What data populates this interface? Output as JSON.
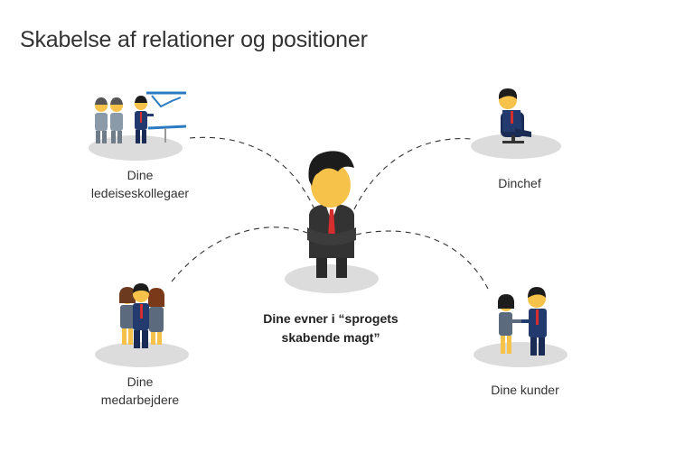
{
  "title": "Skabelse af relationer og positioner",
  "center": {
    "label_line1": "Dine evner i “sprogets",
    "label_line2": "skabende magt”"
  },
  "nodes": {
    "colleagues": {
      "line1": "Dine",
      "line2": "ledeiseskollegaer"
    },
    "boss": {
      "line1": "Dinchef"
    },
    "employees": {
      "line1": "Dine",
      "line2": "medarbejdere"
    },
    "customers": {
      "line1": "Dine kunder"
    }
  },
  "colors": {
    "suit": "#233a6e",
    "dark_suit": "#2f2f2f",
    "skin": "#f6c24a",
    "hair": "#1c1c1c",
    "tie": "#d62d2d",
    "shadow": "#dcdcdc",
    "connector": "#333333",
    "chart": "#2a7bc1"
  },
  "icons": {
    "center": "businessman-arms-crossed-icon",
    "colleagues": "team-presentation-icon",
    "boss": "boss-in-chair-icon",
    "employees": "employee-group-icon",
    "customers": "handshake-icon"
  }
}
